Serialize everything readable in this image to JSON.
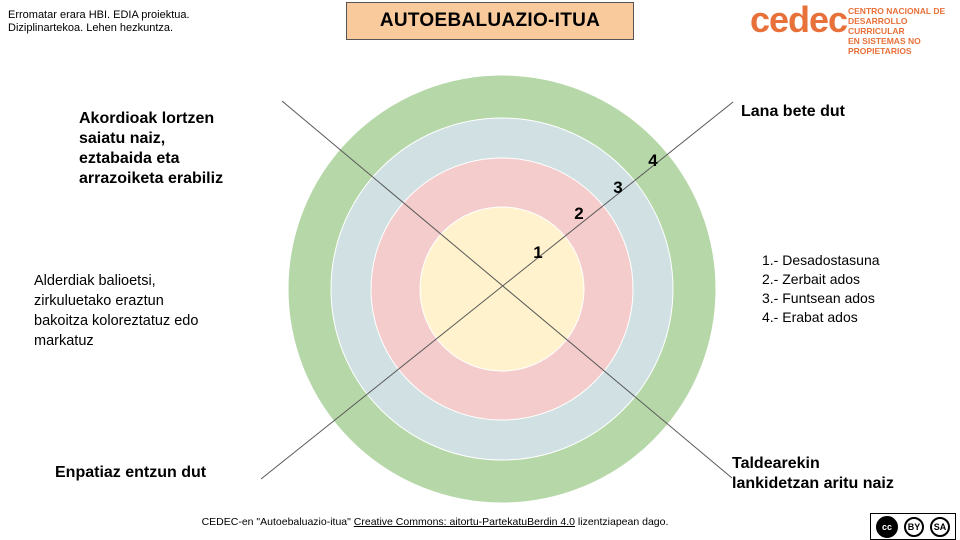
{
  "header": {
    "project_line1": "Erromatar erara HBI. EDIA proiektua.",
    "project_line2": "Diziplinartekoa. Lehen hezkuntza.",
    "title": "AUTOEBALUAZIO-ITUA",
    "logo_word": "cedec",
    "logo_sub_line1": "Centro Nacional de",
    "logo_sub_line2": "Desarrollo Curricular",
    "logo_sub_line3": "en Sistemas no Propietarios"
  },
  "target": {
    "ring_colors": [
      "#b6d7a8",
      "#d0e0e3",
      "#f4cccc",
      "#fff2cc"
    ],
    "line_color": "#595959",
    "ring_numbers": [
      "1",
      "2",
      "3",
      "4"
    ],
    "criteria": {
      "top_left": [
        "Akordioak lortzen",
        "saiatu naiz,",
        "eztabaida eta",
        "arrazoiketa erabiliz"
      ],
      "top_right": [
        "Lana bete dut"
      ],
      "bottom_left": [
        "Enpatiaz entzun dut"
      ],
      "bottom_right": [
        "Taldearekin",
        "lankidetzan aritu naiz"
      ]
    }
  },
  "instructions": [
    "Alderdiak balioetsi,",
    "zirkuluetako eraztun",
    "bakoitza koloreztatuz edo",
    "markatuz"
  ],
  "legend": [
    "1.- Desadostasuna",
    "2.- Zerbait ados",
    "3.- Funtsean ados",
    "4.- Erabat ados"
  ],
  "footer": {
    "prefix": "CEDEC-en \"Autoebaluazio-itua\"",
    "link": "Creative Commons: aitortu-PartekatuBerdin 4.0",
    "suffix": "lizentziapean dago.",
    "cc_main": "cc",
    "cc_by": "BY",
    "cc_sa": "SA"
  }
}
